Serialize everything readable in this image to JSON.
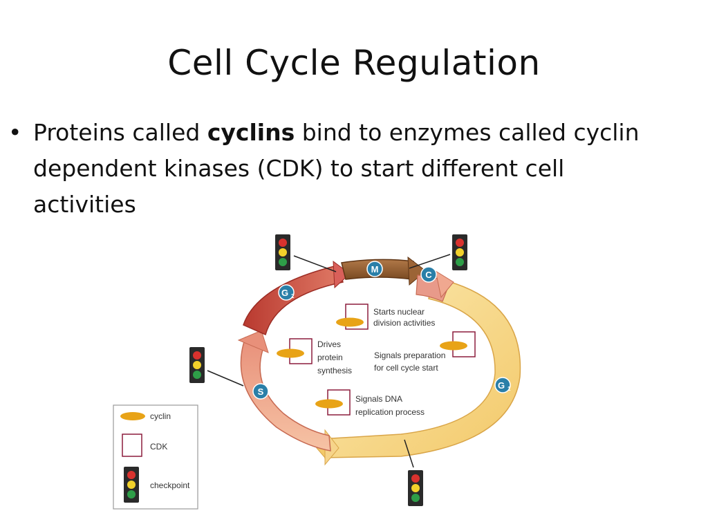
{
  "title": "Cell Cycle Regulation",
  "bullet": {
    "pre": "Proteins called ",
    "bold": "cyclins",
    "post": " bind to enzymes called cyclin dependent kinases (CDK) to start different cell activities"
  },
  "phases": {
    "m": "M",
    "c": "C",
    "g2": "G",
    "g2_sub": "2",
    "s": "S",
    "g1": "G",
    "g1_sub": "1"
  },
  "annotations": {
    "nuclear_1": "Starts nuclear",
    "nuclear_2": "division activities",
    "protein_1": "Drives",
    "protein_2": "protein",
    "protein_3": "synthesis",
    "prep_1": "Signals preparation",
    "prep_2": "for cell cycle start",
    "dna_1": "Signals DNA",
    "dna_2": "replication process"
  },
  "legend": {
    "cyclin": "cyclin",
    "cdk": "CDK",
    "checkpoint": "checkpoint"
  },
  "colors": {
    "cyclin": "#e8a317",
    "cdk": "#8b1c3c",
    "phase_badge": "#2a7fa8",
    "light_red": "#d9322e",
    "light_yellow": "#f2d12b",
    "light_green": "#2e9e48"
  }
}
